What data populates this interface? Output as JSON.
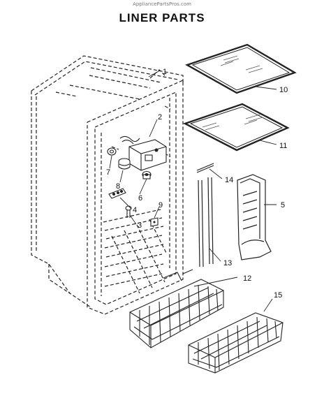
{
  "header": {
    "watermark": "AppliancePartsPros.com",
    "title": "LINER PARTS"
  },
  "callouts": [
    "1",
    "2",
    "3",
    "4",
    "5",
    "6",
    "7",
    "8",
    "9",
    "10",
    "11",
    "12",
    "13",
    "14",
    "15"
  ]
}
